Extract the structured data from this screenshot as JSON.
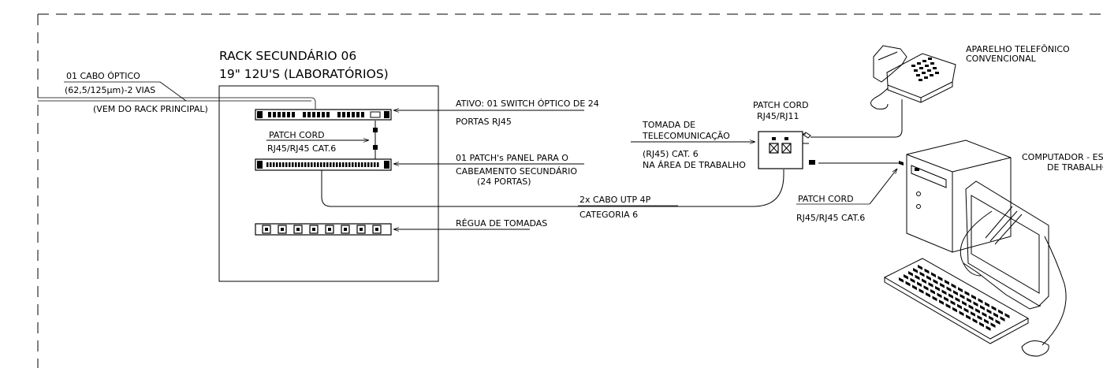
{
  "rack": {
    "title_line1": "RACK SECUNDÁRIO 06",
    "title_line2": "19\" 12U'S (LABORATÓRIOS)"
  },
  "fiber": {
    "line1": "01 CABO ÓPTICO",
    "line2": "(62,5/125µm)-2 VIAS",
    "origin": "(VEM DO RACK PRINCIPAL)"
  },
  "switch": {
    "line1": "ATIVO: 01 SWITCH ÓPTICO DE 24",
    "line2": "PORTAS RJ45"
  },
  "rack_patch_cord": {
    "line1": "PATCH CORD",
    "line2": "RJ45/RJ45 CAT.6"
  },
  "patch_panel": {
    "line1": "01 PATCH's PANEL PARA O",
    "line2": "CABEAMENTO SECUNDÁRIO",
    "line3": "(24 PORTAS)"
  },
  "power_strip": {
    "label": "RÉGUA DE TOMADAS"
  },
  "utp_cable": {
    "line1": "2x CABO UTP 4P",
    "line2": "CATEGORIA 6"
  },
  "outlet": {
    "line1": "TOMADA DE",
    "line2": "TELECOMUNICAÇÃO",
    "line3": "(RJ45) CAT. 6",
    "line4": "NA ÁREA DE TRABALHO"
  },
  "phone_patch_cord": {
    "line1": "PATCH CORD",
    "line2": "RJ45/RJ11"
  },
  "phone": {
    "line1": "APARELHO TELEFÔNICO",
    "line2": "CONVENCIONAL"
  },
  "pc_patch_cord": {
    "line1": "PATCH CORD",
    "line2": "RJ45/RJ45 CAT.6"
  },
  "computer": {
    "line1": "COMPUTADOR - EST",
    "line2": "DE TRABALHO"
  }
}
